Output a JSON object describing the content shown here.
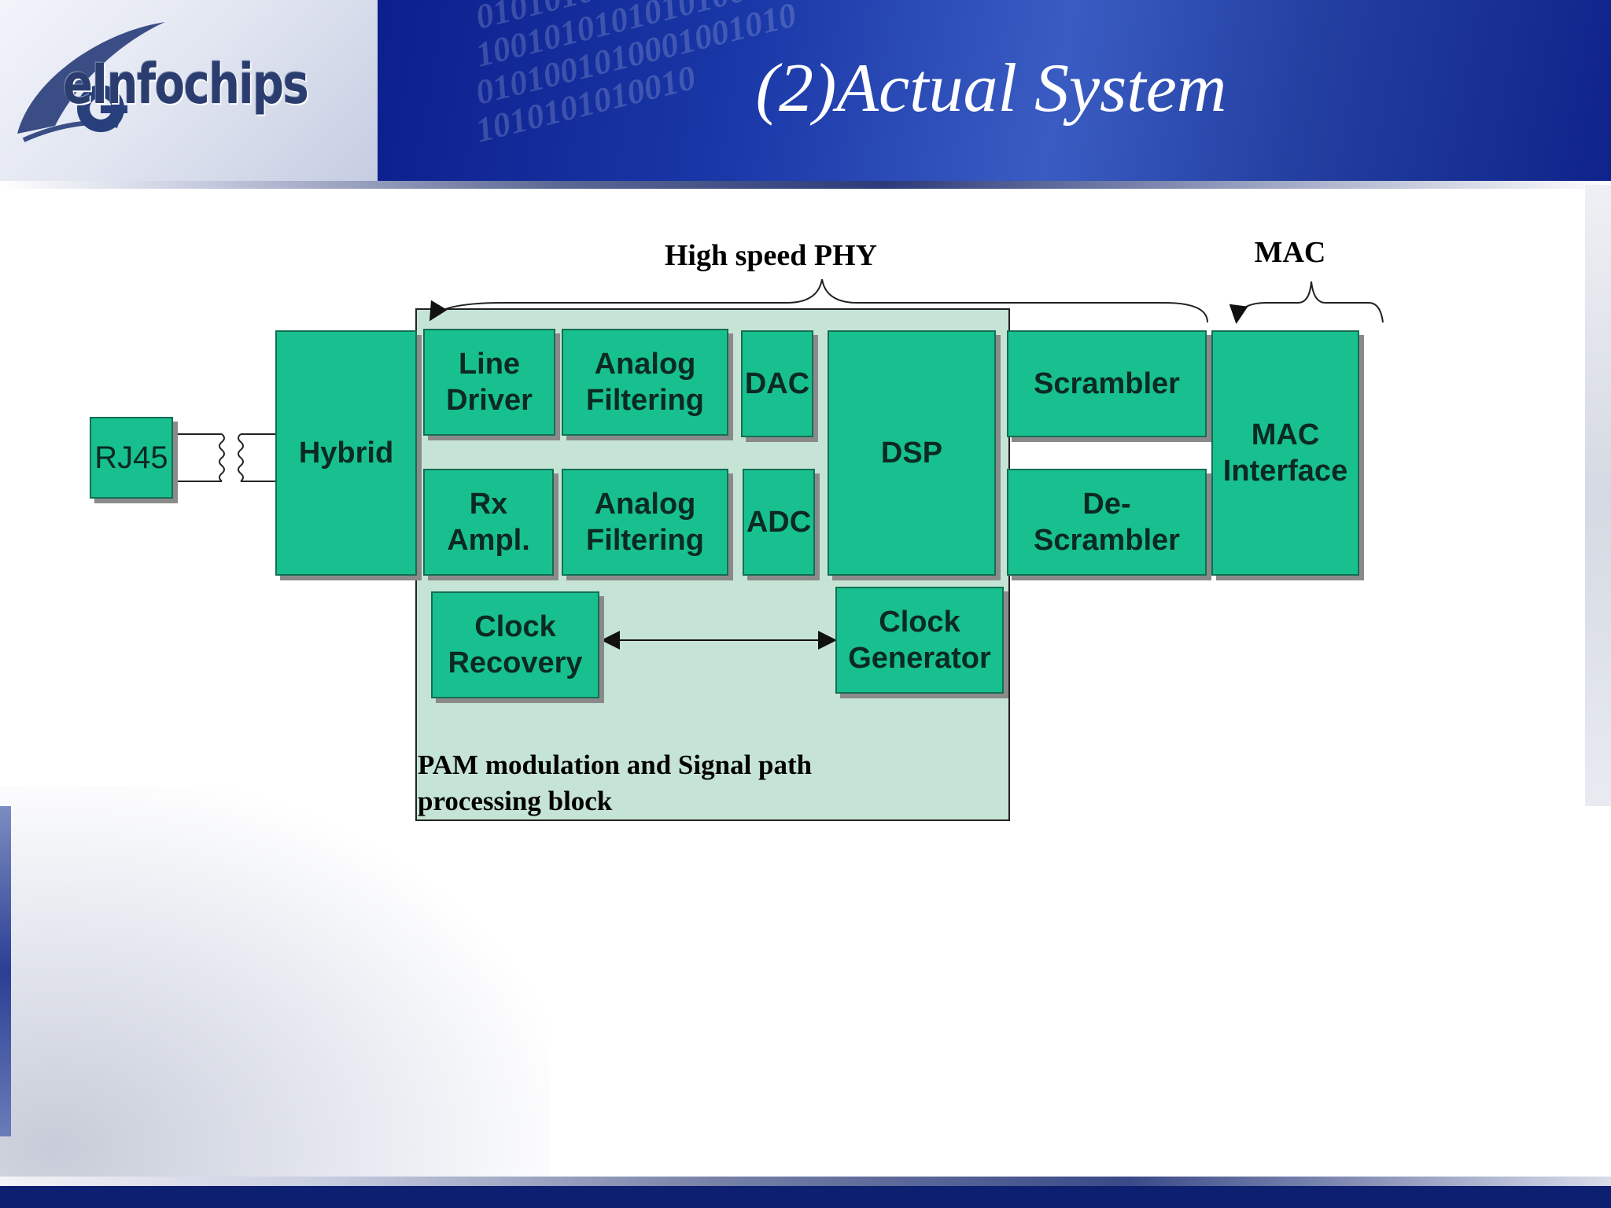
{
  "header": {
    "title": "(2)Actual System",
    "logo_text": "eInfochips"
  },
  "diagram": {
    "brace_labels": {
      "phy": "High speed PHY",
      "mac": "MAC"
    },
    "region_label": "PAM modulation and Signal path\nprocessing block",
    "blocks": {
      "rj45": "RJ45",
      "hybrid": "Hybrid",
      "line_driver": "Line\nDriver",
      "analog_filtering_tx": "Analog\nFiltering",
      "dac": "DAC",
      "dsp": "DSP",
      "scrambler": "Scrambler",
      "mac_interface": "MAC\nInterface",
      "rx_ampl": "Rx\nAmpl.",
      "analog_filtering_rx": "Analog\nFiltering",
      "adc": "ADC",
      "de_scrambler": "De-\nScrambler",
      "clock_recovery": "Clock\nRecovery",
      "clock_generator": "Clock\nGenerator"
    }
  },
  "colors": {
    "block_fill": "#18c08f",
    "region_fill": "#c6e4d5",
    "header_blue": "#1a38a8"
  }
}
